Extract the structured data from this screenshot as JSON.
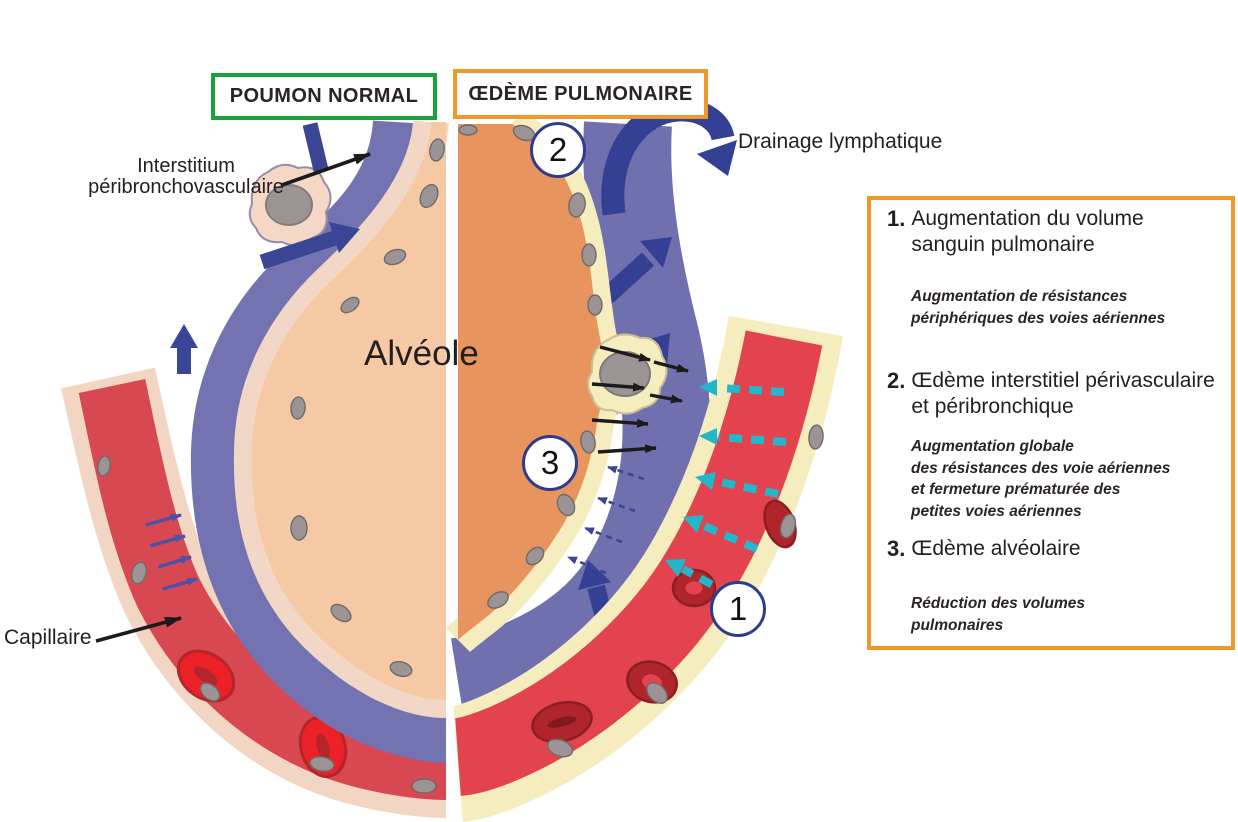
{
  "titles": {
    "normal": "POUMON NORMAL",
    "edema": "ŒDÈME PULMONAIRE"
  },
  "labels": {
    "interstitium": "Interstitium\npéribronchovasculaire",
    "alveole": "Alvéole",
    "capillaire": "Capillaire",
    "drainage": "Drainage lymphatique"
  },
  "markers": {
    "m1": "1",
    "m2": "2",
    "m3": "3"
  },
  "info_box": {
    "items": [
      {
        "num": "1.",
        "title": "Augmentation du volume\nsanguin pulmonaire",
        "note": "Augmentation de résistances\npériphériques des voies aériennes"
      },
      {
        "num": "2.",
        "title": "Œdème interstitiel périvasculaire\net péribronchique",
        "note": "Augmentation globale\ndes résistances des voie aériennes\net fermeture prématurée des\npetites voies aériennes"
      },
      {
        "num": "3.",
        "title": "Œdème alvéolaire",
        "note": "Réduction des volumes\npulmonaires"
      }
    ]
  },
  "colors": {
    "green_border": "#1EA03C",
    "orange_border": "#F0982A",
    "interstitium_blue": "#7473B1",
    "arrow_navy": "#344093",
    "capillary_red_left": "#D74850",
    "capillary_red_right": "#E2434E",
    "rbc_bright_red": "#EC2127",
    "rbc_dark_red": "#B0242B",
    "alveole_left_peach": "#F5C9A4",
    "alveole_right_orange": "#E8945F",
    "membrane_pink": "#F3D7C6",
    "membrane_cream": "#F5EDBE",
    "cell_gray": "#9C9494",
    "teal_arrow": "#23B7CB",
    "text": "#231F20"
  }
}
